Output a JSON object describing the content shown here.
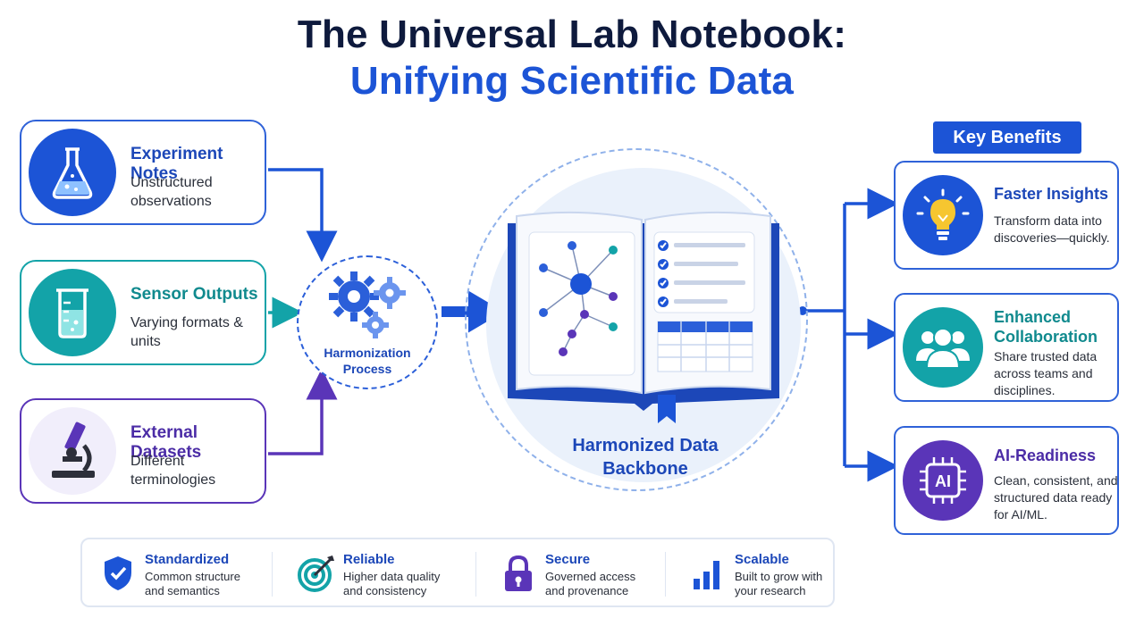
{
  "title": {
    "line1": "The Universal Lab Notebook:",
    "line2": "Unifying Scientific Data"
  },
  "sources": [
    {
      "title": "Experiment Notes",
      "desc": "Unstructured observations",
      "icon": "flask-icon",
      "color": "#1c54d6"
    },
    {
      "title": "Sensor Outputs",
      "desc": "Varying formats & units",
      "icon": "beaker-icon",
      "color": "#13a3a8"
    },
    {
      "title": "External Datasets",
      "desc": "Different terminologies",
      "icon": "microscope-icon",
      "color": "#5a35b8"
    }
  ],
  "harmonization": {
    "label": "Harmonization Process",
    "icon": "gears-icon"
  },
  "backbone": {
    "label": "Harmonized Data Backbone",
    "icon": "open-notebook-icon"
  },
  "benefits": {
    "heading": "Key Benefits",
    "items": [
      {
        "title": "Faster Insights",
        "desc": "Transform data into discoveries—quickly.",
        "icon": "lightbulb-icon",
        "color": "#1c54d6"
      },
      {
        "title": "Enhanced Collaboration",
        "desc": "Share trusted data across teams and disciplines.",
        "icon": "people-icon",
        "color": "#13a3a8"
      },
      {
        "title": "AI-Readiness",
        "desc": "Clean, consistent, and structured data ready for AI/ML.",
        "icon": "ai-chip-icon",
        "color": "#5a35b8"
      }
    ]
  },
  "features": [
    {
      "title": "Standardized",
      "desc": "Common structure and semantics",
      "icon": "shield-check-icon"
    },
    {
      "title": "Reliable",
      "desc": "Higher data quality and consistency",
      "icon": "target-icon"
    },
    {
      "title": "Secure",
      "desc": "Governed access and provenance",
      "icon": "padlock-icon"
    },
    {
      "title": "Scalable",
      "desc": "Built to grow with your research",
      "icon": "bar-chart-icon"
    }
  ]
}
